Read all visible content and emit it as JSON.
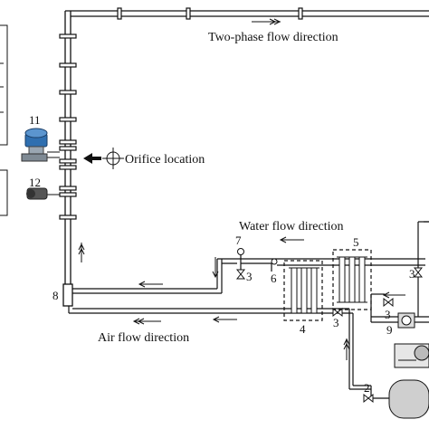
{
  "labels": {
    "two_phase": "Two-phase flow direction",
    "orifice": "Orifice location",
    "water": "Water flow direction",
    "air": "Air flow direction"
  },
  "numbers": {
    "n2": "2",
    "n3a": "3",
    "n3b": "3",
    "n3c": "3",
    "n3d": "3",
    "n4": "4",
    "n5": "5",
    "n6": "6",
    "n7": "7",
    "n8": "8",
    "n9": "9",
    "n11": "11",
    "n12": "12"
  },
  "colors": {
    "pipe": "#111111",
    "transmitter_blue": "#2f6fb0"
  }
}
